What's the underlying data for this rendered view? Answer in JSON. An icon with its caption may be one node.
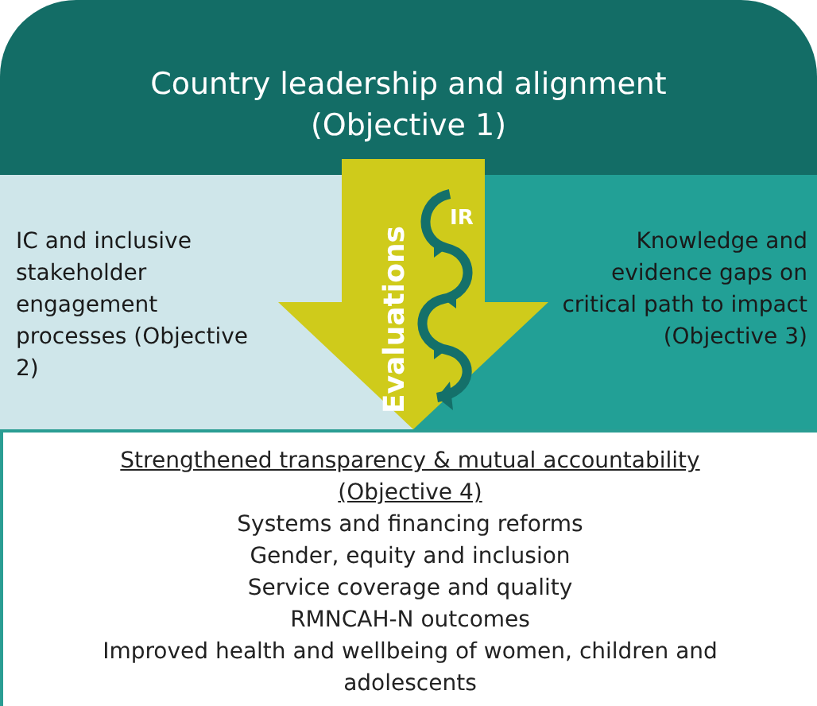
{
  "diagram": {
    "nodes": [
      {
        "text": [
          "Country leadership and alignment (Objective 1)"
        ]
      },
      {
        "text": [
          "IC and inclusive stakeholder engagement processes (Objective 2)"
        ]
      },
      {
        "text": [
          "Knowledge and evidence gaps on critical path to impact (Objective 3)"
        ]
      },
      {
        "text": [
          "Strengthened transparency & mutual accountability (Objective 4)",
          "Systems and financing reforms",
          "Gender, equity and inclusion",
          "Service coverage and quality",
          "RMNCAH-N outcomes",
          "Improved health and wellbeing of women, children and adolescents"
        ]
      }
    ],
    "edges": [
      {
        "from": 0,
        "to": 3,
        "arrow": "to",
        "label": "Evaluations"
      }
    ],
    "labels": [
      "IR"
    ]
  }
}
